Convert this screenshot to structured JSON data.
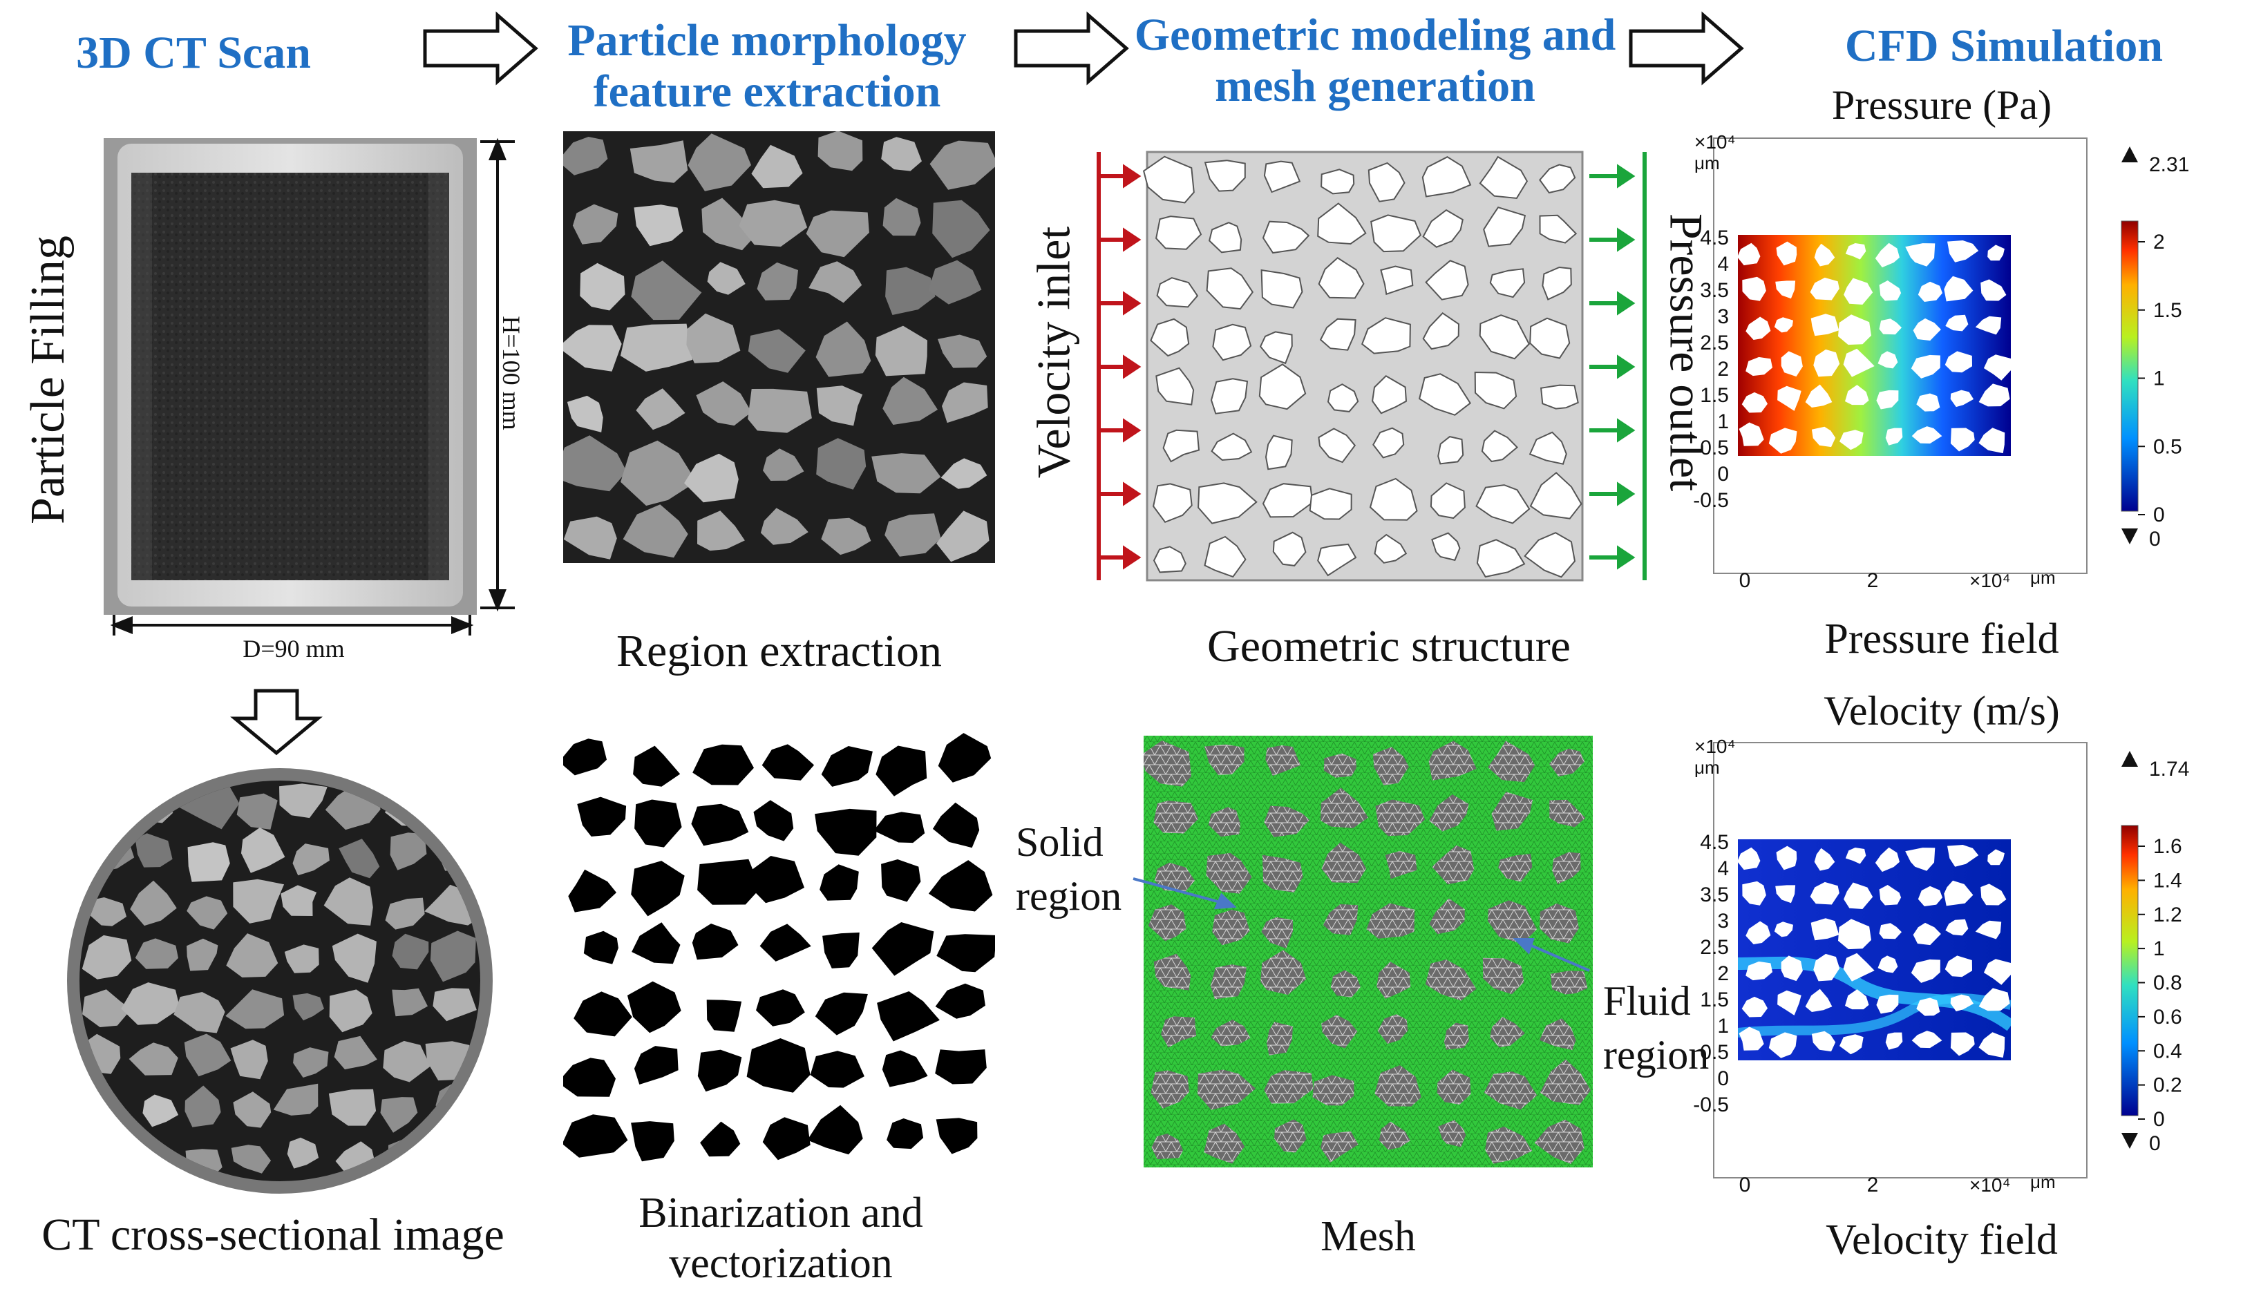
{
  "colors": {
    "heading": "#1f6fc4",
    "inlet": "#c0141b",
    "outlet": "#1aa53b",
    "mesh": "#2fcf3a"
  },
  "headers": {
    "ct_scan": "3D CT Scan",
    "morphology": "Particle morphology feature extraction",
    "geometric": "Geometric modeling and mesh generation",
    "cfd": "CFD Simulation"
  },
  "sample": {
    "side_label": "Particle Filling",
    "height_label": "H=100 mm",
    "diameter_label": "D=90 mm"
  },
  "captions": {
    "ct_cross": "CT cross-sectional image",
    "region": "Region extraction",
    "binarization": "Binarization and vectorization",
    "geometric_structure": "Geometric structure",
    "mesh": "Mesh",
    "pressure_field": "Pressure field",
    "velocity_field": "Velocity field"
  },
  "geometry": {
    "inlet_label": "Velocity inlet",
    "outlet_label": "Pressure outlet"
  },
  "mesh_labels": {
    "solid": "Solid region",
    "fluid": "Fluid region"
  },
  "pressure_plot": {
    "title": "Pressure (Pa)",
    "y_exp": "×10⁴",
    "y_unit": "μm",
    "x_exp": "×10⁴",
    "x_unit": "μm",
    "y_ticks": [
      "4.5",
      "4",
      "3.5",
      "3",
      "2.5",
      "2",
      "1.5",
      "1",
      "0.5",
      "0",
      "-0.5"
    ],
    "x_ticks": [
      "0",
      "2"
    ],
    "max_marker": "2.31",
    "min_marker": "0",
    "cbar_ticks": [
      "2",
      "1.5",
      "1",
      "0.5",
      "0"
    ]
  },
  "velocity_plot": {
    "title": "Velocity (m/s)",
    "y_exp": "×10⁴",
    "y_unit": "μm",
    "x_exp": "×10⁴",
    "x_unit": "μm",
    "y_ticks": [
      "4.5",
      "4",
      "3.5",
      "3",
      "2.5",
      "2",
      "1.5",
      "1",
      "0.5",
      "0",
      "-0.5"
    ],
    "x_ticks": [
      "0",
      "2"
    ],
    "max_marker": "1.74",
    "min_marker": "0",
    "cbar_ticks": [
      "1.6",
      "1.4",
      "1.2",
      "1",
      "0.8",
      "0.6",
      "0.4",
      "0.2",
      "0"
    ]
  }
}
